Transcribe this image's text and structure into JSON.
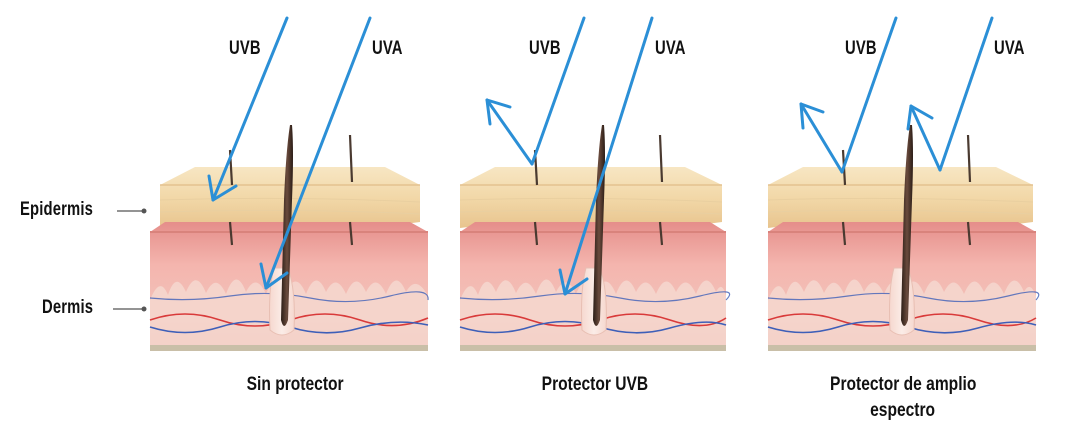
{
  "rays": {
    "uvb_label": "UVB",
    "uva_label": "UVA"
  },
  "layers": {
    "epidermis": "Epidermis",
    "dermis": "Dermis"
  },
  "panels": [
    {
      "caption_line1": "Sin protector",
      "caption_line2": ""
    },
    {
      "caption_line1": "Protector UVB",
      "caption_line2": ""
    },
    {
      "caption_line1": "Protector de amplio",
      "caption_line2": "espectro"
    }
  ],
  "colors": {
    "ray": "#2b8fd6",
    "epidermis": "#f3ddb2",
    "dermis": "#f0a8a2",
    "artery": "#d93a3a",
    "vein": "#3e5fb8",
    "hair": "#3a2a22"
  }
}
